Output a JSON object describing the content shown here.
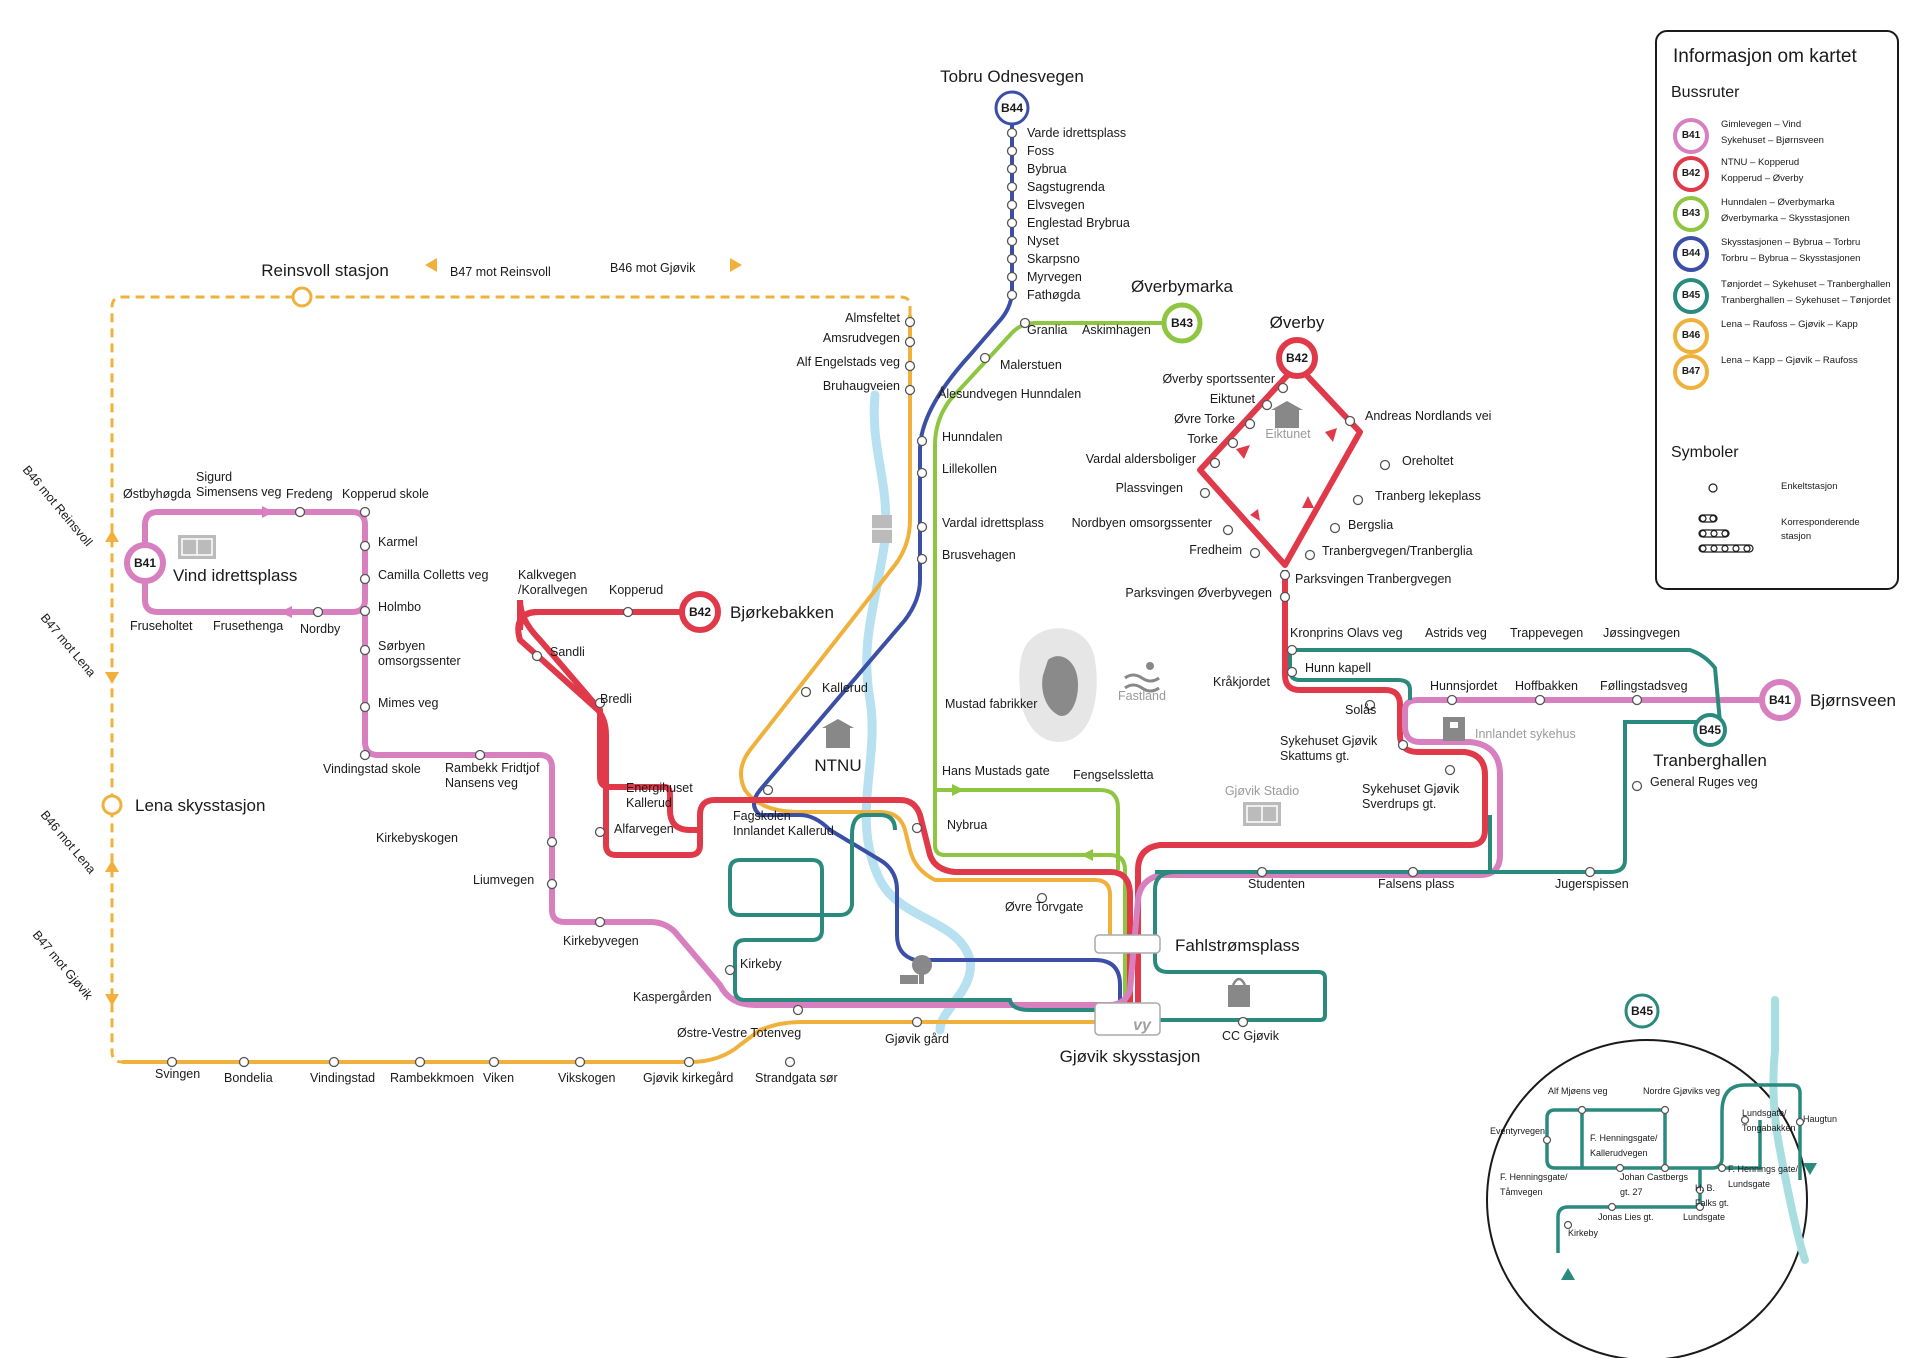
{
  "colors": {
    "b41": "#d77fbf",
    "b42": "#e03a4a",
    "b43": "#8ec641",
    "b44": "#3a4fa5",
    "b45": "#2a8a7e",
    "b46": "#f0b13c",
    "b47": "#f0b13c",
    "river": "#b7e0f0"
  },
  "legend": {
    "title": "Informasjon om kartet",
    "routes_heading": "Bussruter",
    "routes": [
      {
        "code": "B41",
        "color": "#d77fbf",
        "line1": "Gimlevegen – Vind",
        "line2": "Sykehuset – Bjørnsveen"
      },
      {
        "code": "B42",
        "color": "#e03a4a",
        "line1": "NTNU – Kopperud",
        "line2": "Kopperud – Øverby"
      },
      {
        "code": "B43",
        "color": "#8ec641",
        "line1": "Hunndalen – Øverbymarka",
        "line2": "Øverbymarka – Skysstasjonen"
      },
      {
        "code": "B44",
        "color": "#3a4fa5",
        "line1": "Skysstasjonen – Bybrua – Torbru",
        "line2": "Torbru – Bybrua – Skysstasjonen"
      },
      {
        "code": "B45",
        "color": "#2a8a7e",
        "line1": "Tønjordet – Sykehuset – Tranberghallen",
        "line2": "Tranberghallen – Sykehuset – Tønjordet"
      },
      {
        "code": "B46",
        "color": "#f0b13c",
        "line1": "Lena – Raufoss – Gjøvik – Kapp",
        "line2": ""
      },
      {
        "code": "B47",
        "color": "#f0b13c",
        "line1": "Lena – Kapp – Gjøvik – Raufoss",
        "line2": ""
      }
    ],
    "symbols_heading": "Symboler",
    "symbols": [
      {
        "label": "Enkeltstasjon"
      },
      {
        "label": "Korresponderende stasjon"
      }
    ]
  },
  "terminals": {
    "b44_top": "Tobru Odnesvegen",
    "b43_top": "Øverbymarka",
    "b42_top": "Øverby",
    "b41_left": "Vind idrettsplass",
    "b42_mid": "Bjørkebakken",
    "b41_right": "Bjørnsveen",
    "b45_right": "Tranberghallen",
    "reinsvoll": "Reinsvoll stasjon",
    "lena": "Lena skysstasjon",
    "fahlstrom": "Fahlstrømsplass",
    "gjovik": "Gjøvik skysstasjon",
    "ntnu": "NTNU"
  },
  "direction": {
    "b47_reinsvoll": "B47 mot Reinsvoll",
    "b46_gjovik": "B46 mot Gjøvik",
    "b46_reinsvoll": "B46 mot Reinsvoll",
    "b47_lena": "B47 mot Lena",
    "b46_lena": "B46 mot Lena",
    "b47_gjovik": "B47 mot Gjøvik"
  },
  "codes": {
    "b41": "B41",
    "b42": "B42",
    "b43": "B43",
    "b44": "B44",
    "b45": "B45"
  },
  "poi": {
    "eiktunet": "Eiktunet",
    "fastland": "Fastland",
    "stadio": "Gjøvik Stadio",
    "sykehus": "Innlandet sykehus",
    "vy": "vy"
  },
  "b44_stops": [
    "Varde idrettsplass",
    "Foss",
    "Bybrua",
    "Sagstugrenda",
    "Elvsvegen",
    "Englestad Brybrua",
    "Nyset",
    "Skarpsno",
    "Myrvegen",
    "Fathøgda"
  ],
  "stops": {
    "granlia": "Granlia",
    "askimhagen": "Askimhagen",
    "malerstuen": "Malerstuen",
    "alesund": "Ålesundvegen Hunndalen",
    "almsfeltet": "Almsfeltet",
    "amsrud": "Amsrudvegen",
    "alfeng": "Alf Engelstads veg",
    "bruhaug": "Bruhaugveien",
    "hunndalen": "Hunndalen",
    "lillekollen": "Lillekollen",
    "vardal": "Vardal idrettsplass",
    "brusvehagen": "Brusvehagen",
    "kallerud": "Kallerud",
    "mustad": "Mustad fabrikker",
    "hansmustad": "Hans Mustads gate",
    "fengsel": "Fengselssletta",
    "nybrua": "Nybrua",
    "ovretorv": "Øvre Torvgate",
    "fagskolen": "Fagskolen\nInnlandet Kallerud",
    "energi": "Energihuset\nKallerud",
    "alfarvegen": "Alfarvegen",
    "bredli": "Bredli",
    "sandli": "Sandli",
    "kalkvegen": "Kalkvegen\n/Korallvegen",
    "kopperud": "Kopperud",
    "ostbyhogda": "Østbyhøgda",
    "sigurd": "Sigurd\nSimensens veg",
    "fredeng": "Fredeng",
    "kopperudskole": "Kopperud skole",
    "karmel": "Karmel",
    "camilla": "Camilla Colletts veg",
    "holmbo": "Holmbo",
    "sorbyen": "Sørbyen\nomsorgssenter",
    "mimes": "Mimes veg",
    "fruseholtet": "Fruseholtet",
    "frusethenga": "Frusethenga",
    "nordby": "Nordby",
    "vindingstadskole": "Vindingstad skole",
    "rambekk": "Rambekk Fridtjof\nNansens veg",
    "kirkebyskogen": "Kirkebyskogen",
    "liumvegen": "Liumvegen",
    "kirkebyvegen": "Kirkebyvegen",
    "kaspergarden": "Kaspergården",
    "ostrevestre": "Østre-Vestre Totenveg",
    "kirkeby": "Kirkeby",
    "gjovikgard": "Gjøvik gård",
    "svingen": "Svingen",
    "bondelia": "Bondelia",
    "vindingstad": "Vindingstad",
    "rambekkmoen": "Rambekkmoen",
    "viken": "Viken",
    "vikskogen": "Vikskogen",
    "kirkegard": "Gjøvik kirkegård",
    "strandgata": "Strandgata sør",
    "ccgjovik": "CC Gjøvik",
    "studenten": "Studenten",
    "falsens": "Falsens plass",
    "jugerspissen": "Jugerspissen",
    "generalruge": "General Ruges veg",
    "sykskattum": "Sykehuset Gjøvik\nSkattums gt.",
    "syksverdrup": "Sykehuset Gjøvik\nSverdrups gt.",
    "solas": "Solås",
    "hunnkapell": "Hunn kapell",
    "kronprins": "Kronprins Olavs veg",
    "astrids": "Astrids veg",
    "trappe": "Trappevegen",
    "jossing": "Jøssingvegen",
    "hunnsjordet": "Hunnsjordet",
    "hoffbakken": "Hoffbakken",
    "follings": "Føllingstadsveg",
    "krakjordet": "Kråkjordet",
    "parkoverby": "Parksvingen Øverbyvegen",
    "parktranberg": "Parksvingen Tranbergvegen",
    "ovsport": "Øverby sportssenter",
    "eiktunetstop": "Eiktunet",
    "ovretorke": "Øvre Torke",
    "torke": "Torke",
    "vardalalders": "Vardal aldersboliger",
    "plass": "Plassvingen",
    "nordbyen": "Nordbyen omsorgssenter",
    "fredheim": "Fredheim",
    "andreas": "Andreas Nordlands vei",
    "oreholtet": "Oreholtet",
    "tranberglek": "Tranberg lekeplass",
    "bergslia": "Bergslia",
    "tranbergvegen": "Tranbergvegen/Tranberglia"
  },
  "inset": {
    "code": "B45",
    "stops": [
      "Alf Mjøens veg",
      "Nordre Gjøviks veg",
      "Eventyrvegen",
      "F. Henningsgate/\nKallerudvegen",
      "Lundsgate/\nTongabakken",
      "Haugtun",
      "F. Henningsgate/\nTåmvegen",
      "Johan Castbergs\ngt. 27",
      "H. B.\nFalks gt.",
      "F. Hennings gate/\nLundsgate",
      "Jonas Lies gt.",
      "Lundsgate",
      "Kirkeby"
    ]
  }
}
